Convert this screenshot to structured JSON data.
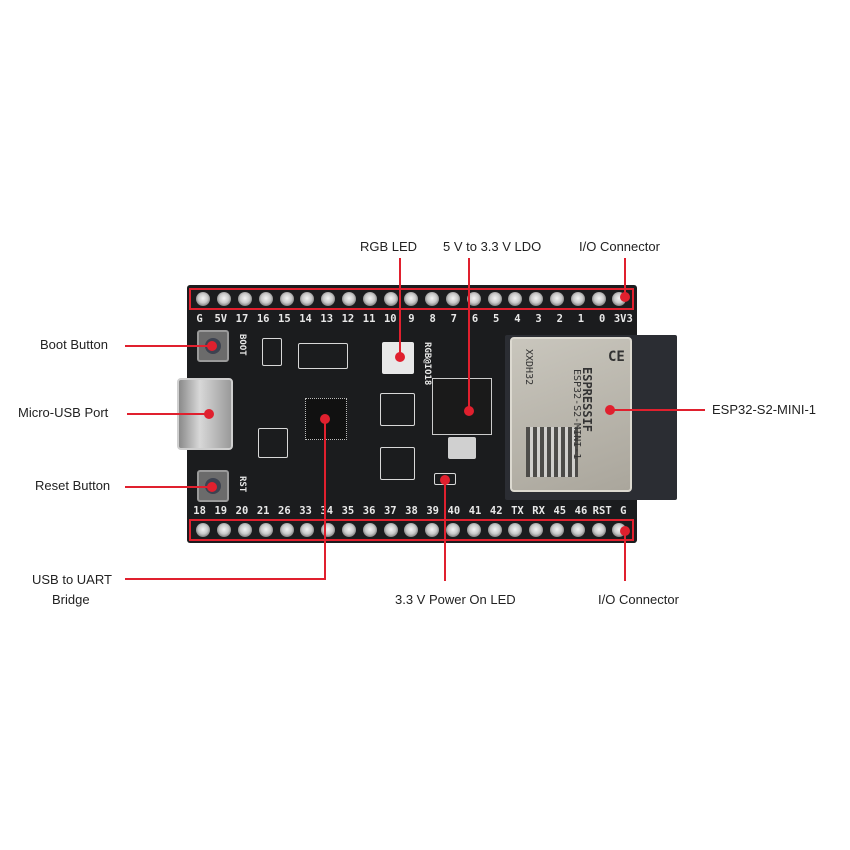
{
  "title": "ESP32-S2 DevKit board layout",
  "accent_color": "#e0202e",
  "board_color": "#1b1c1e",
  "callouts": {
    "rgb_led": "RGB LED",
    "ldo": "5 V to 3.3 V LDO",
    "io_connector_top": "I/O Connector",
    "boot_button": "Boot Button",
    "micro_usb": "Micro-USB Port",
    "reset_button": "Reset Button",
    "module": "ESP32-S2-MINI-1",
    "usb_uart_line1": "USB to UART",
    "usb_uart_line2": "Bridge",
    "power_led": "3.3 V Power On LED",
    "io_connector_bottom": "I/O Connector"
  },
  "top_pins": [
    "G",
    "5V",
    "17",
    "16",
    "15",
    "14",
    "13",
    "12",
    "11",
    "10",
    "9",
    "8",
    "7",
    "6",
    "5",
    "4",
    "3",
    "2",
    "1",
    "0",
    "3V3"
  ],
  "bottom_pins": [
    "18",
    "19",
    "20",
    "21",
    "26",
    "33",
    "34",
    "35",
    "36",
    "37",
    "38",
    "39",
    "40",
    "41",
    "42",
    "TX",
    "RX",
    "45",
    "46",
    "RST",
    "G"
  ],
  "silkscreen": {
    "boot": "BOOT",
    "rst": "RST",
    "rgb": "RGB@IO18"
  },
  "module_markings": {
    "brand": "ESPRESSIF",
    "model": "ESP32-S2-MINI-1",
    "code": "XXDH32",
    "ce": "CE"
  }
}
